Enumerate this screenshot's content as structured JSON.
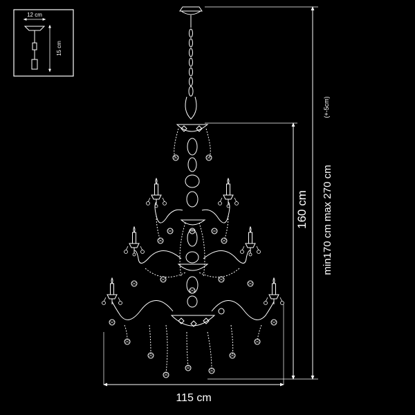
{
  "inset": {
    "width_label": "12 cm",
    "height_label": "15 cm"
  },
  "dimensions": {
    "width_label": "115 cm",
    "body_height_label": "160 cm",
    "total_height_label": "min170 cm  max 270 cm",
    "tolerance_label": "(+-5cm)"
  },
  "colors": {
    "background": "#000000",
    "lines": "#ffffff"
  }
}
